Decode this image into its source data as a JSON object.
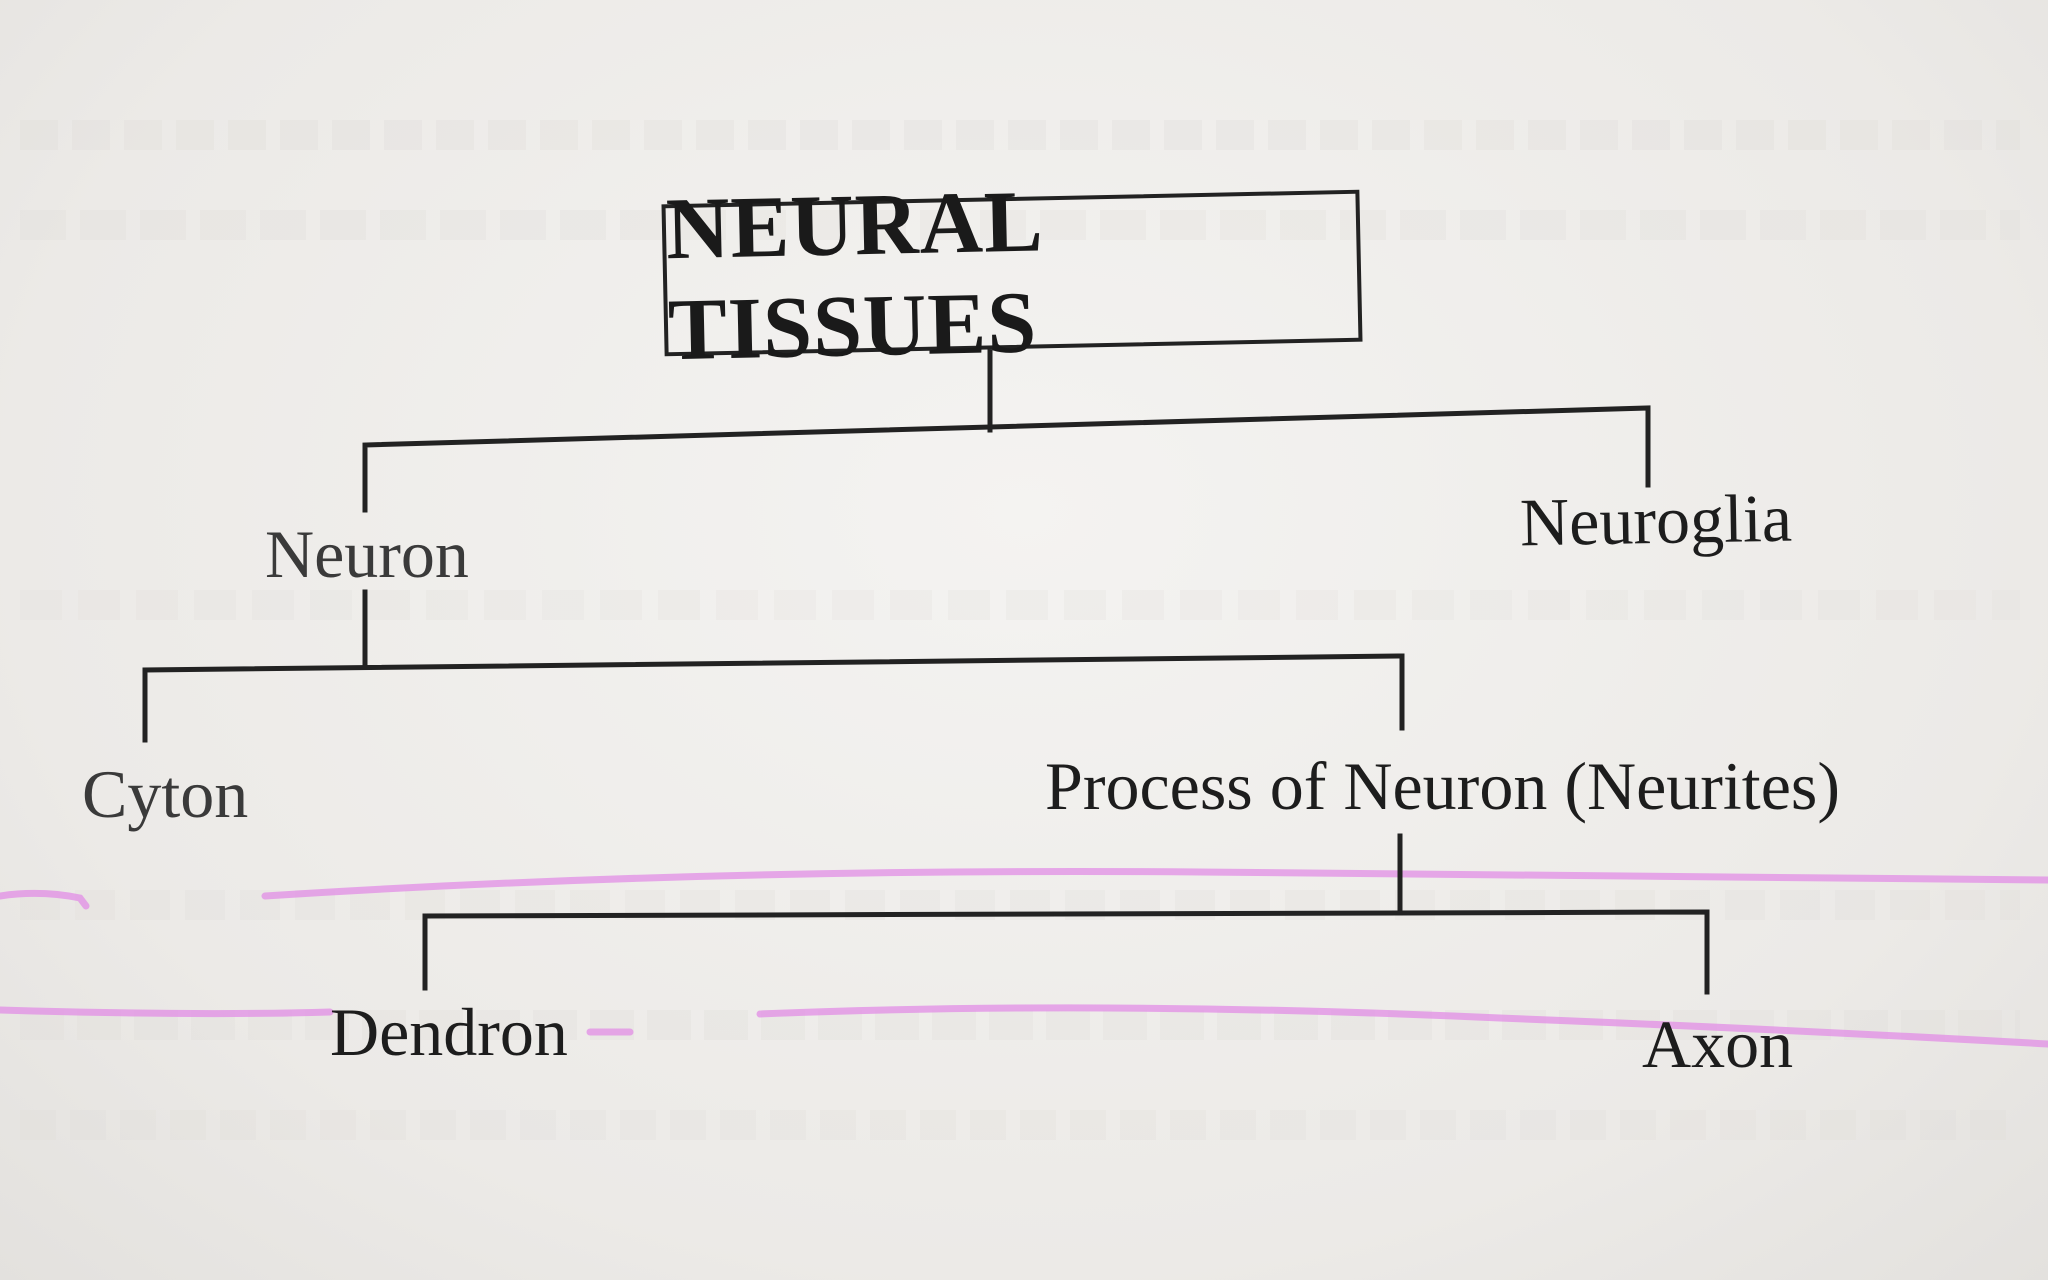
{
  "diagram": {
    "root": "NEURAL TISSUES",
    "level1": [
      "Neuron",
      "Neuroglia"
    ],
    "level2": [
      "Cyton",
      "Process of Neuron (Neurites)"
    ],
    "level3": [
      "Dendron",
      "Axon"
    ]
  },
  "colors": {
    "paper": "#eeecea",
    "ink": "#222222",
    "highlighter": "#e28ee6"
  }
}
